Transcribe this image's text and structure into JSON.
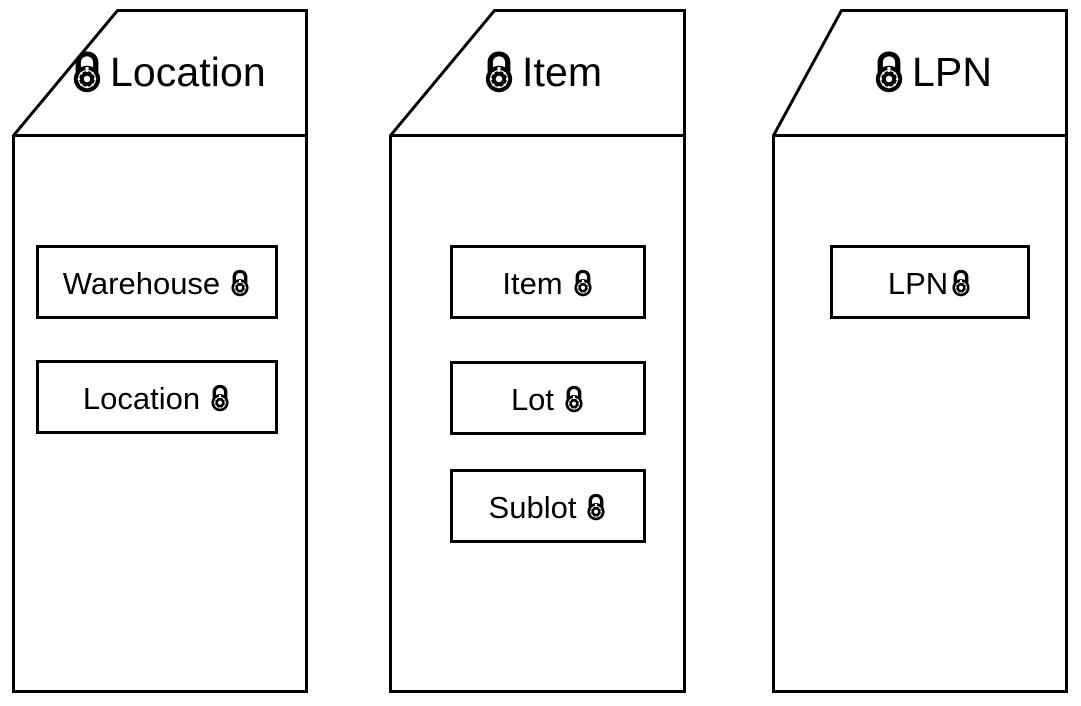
{
  "diagram": {
    "type": "package-diagram",
    "background_color": "#ffffff",
    "stroke_color": "#000000",
    "icon_name": "combination-padlock-icon",
    "packages": [
      {
        "id": "location",
        "title": "Location",
        "title_icon": "combination-padlock-icon",
        "items": [
          {
            "label": "Warehouse",
            "icon": "combination-padlock-icon"
          },
          {
            "label": "Location",
            "icon": "combination-padlock-icon"
          }
        ]
      },
      {
        "id": "item",
        "title": "Item",
        "title_icon": "combination-padlock-icon",
        "items": [
          {
            "label": "Item",
            "icon": "combination-padlock-icon"
          },
          {
            "label": "Lot",
            "icon": "combination-padlock-icon"
          },
          {
            "label": "Sublot",
            "icon": "combination-padlock-icon"
          }
        ]
      },
      {
        "id": "lpn",
        "title": "LPN",
        "title_icon": "combination-padlock-icon",
        "items": [
          {
            "label": "LPN",
            "icon": "combination-padlock-icon"
          }
        ]
      }
    ]
  }
}
